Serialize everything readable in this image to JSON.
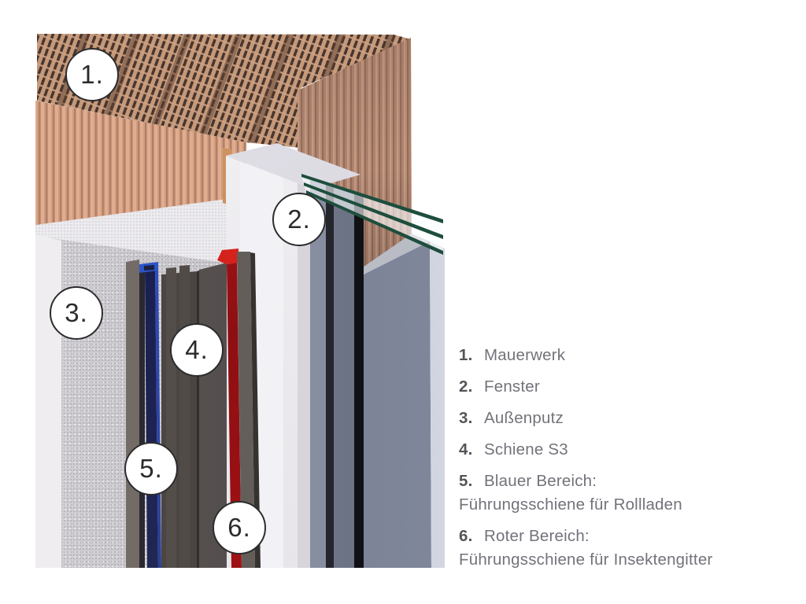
{
  "callouts": [
    {
      "num": "1."
    },
    {
      "num": "2."
    },
    {
      "num": "3."
    },
    {
      "num": "4."
    },
    {
      "num": "5."
    },
    {
      "num": "6."
    }
  ],
  "legend": {
    "items": [
      {
        "num": "1.",
        "label": "Mauerwerk"
      },
      {
        "num": "2.",
        "label": "Fenster"
      },
      {
        "num": "3.",
        "label": "Außenputz"
      },
      {
        "num": "4.",
        "label": "Schiene S3"
      },
      {
        "num": "5.",
        "label": "Blauer Bereich:",
        "line2": "Führungsschiene für Rollladen"
      },
      {
        "num": "6.",
        "label": "Roter Bereich:",
        "line2": "Führungsschiene für Insektengitter"
      }
    ]
  },
  "colors": {
    "glass_green": "#1e4e3d",
    "blue_bright": "#2d54c8",
    "blue_dark": "#1b2253",
    "red_bright": "#e2251f",
    "red_dark": "#9e1013",
    "brick_face": "#cf9c80",
    "brick_top": "#c49878",
    "plaster": "#cfcdd2",
    "rail_gray": "#4c4644",
    "frame_white": "#f3f2f5",
    "wall_bluegray": "#7d8498",
    "outline": "#2c2c2e",
    "text": "#74727a",
    "text_strong": "#55545a"
  }
}
